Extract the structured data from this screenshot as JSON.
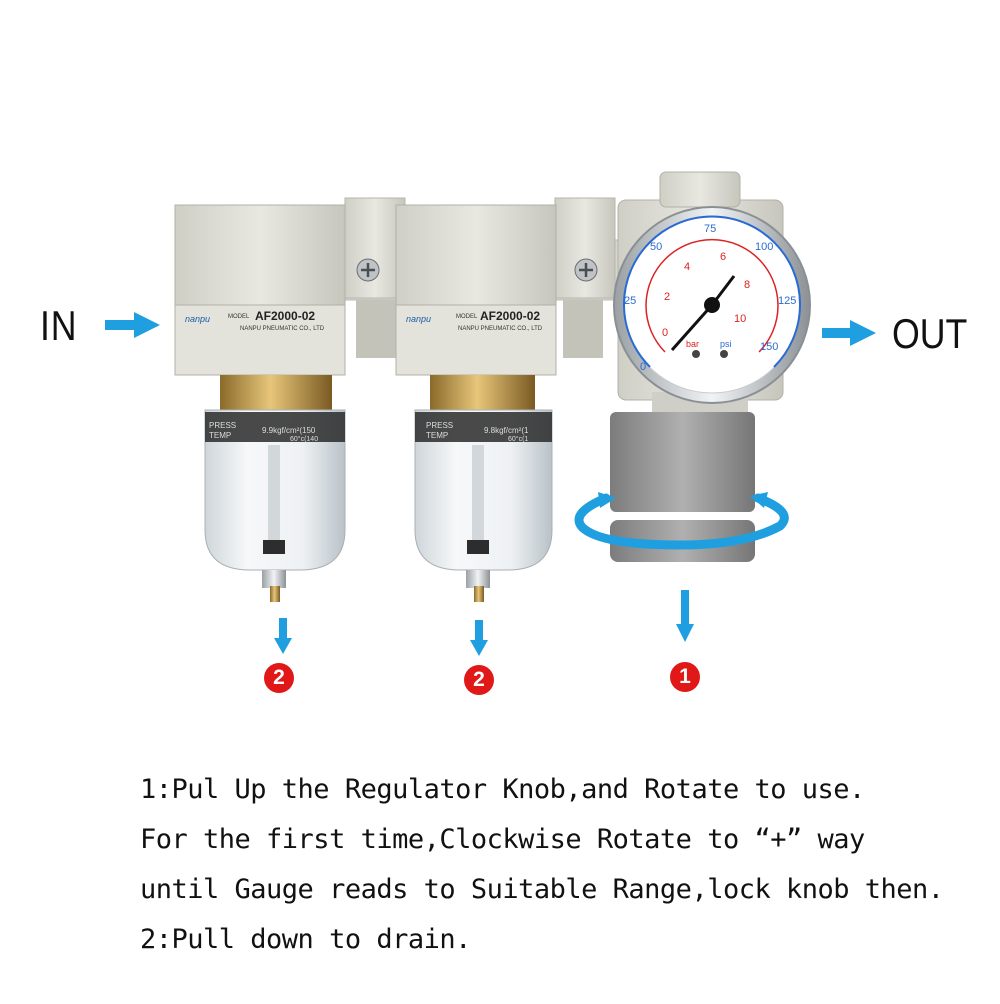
{
  "labels": {
    "in": "IN",
    "out": "OUT"
  },
  "units": {
    "filter_model": "AF2000-02",
    "brand": "nanpu",
    "model_word": "MODEL",
    "maker": "NANPU PNEUMATIC CO., LTD",
    "press_word": "PRESS",
    "temp_word": "TEMP",
    "press_spec_1": "9.9kgf/cm²(150",
    "press_spec_2": "9.8kgf/cm²(1",
    "temp_spec_1": "60°c(140",
    "temp_spec_2": "60°c(1"
  },
  "gauge": {
    "unit_bar": "bar",
    "unit_psi": "psi",
    "psi_ticks": [
      "0",
      "25",
      "50",
      "75",
      "100",
      "125",
      "150"
    ],
    "bar_ticks": [
      "0",
      "2",
      "4",
      "6",
      "8",
      "10"
    ]
  },
  "steps": {
    "drain_left": "2",
    "drain_middle": "2",
    "regulator": "1"
  },
  "instructions": [
    "1:Pul Up the Regulator Knob,and Rotate to use.",
    "For the first time,Clockwise Rotate to “+” way",
    "until Gauge reads to Suitable Range,lock knob then.",
    "2:Pull down to drain."
  ],
  "colors": {
    "arrow": "#1f9fe0",
    "badge": "#e01818",
    "body": "#dcdcd4",
    "knob": "#9a9a9a"
  }
}
